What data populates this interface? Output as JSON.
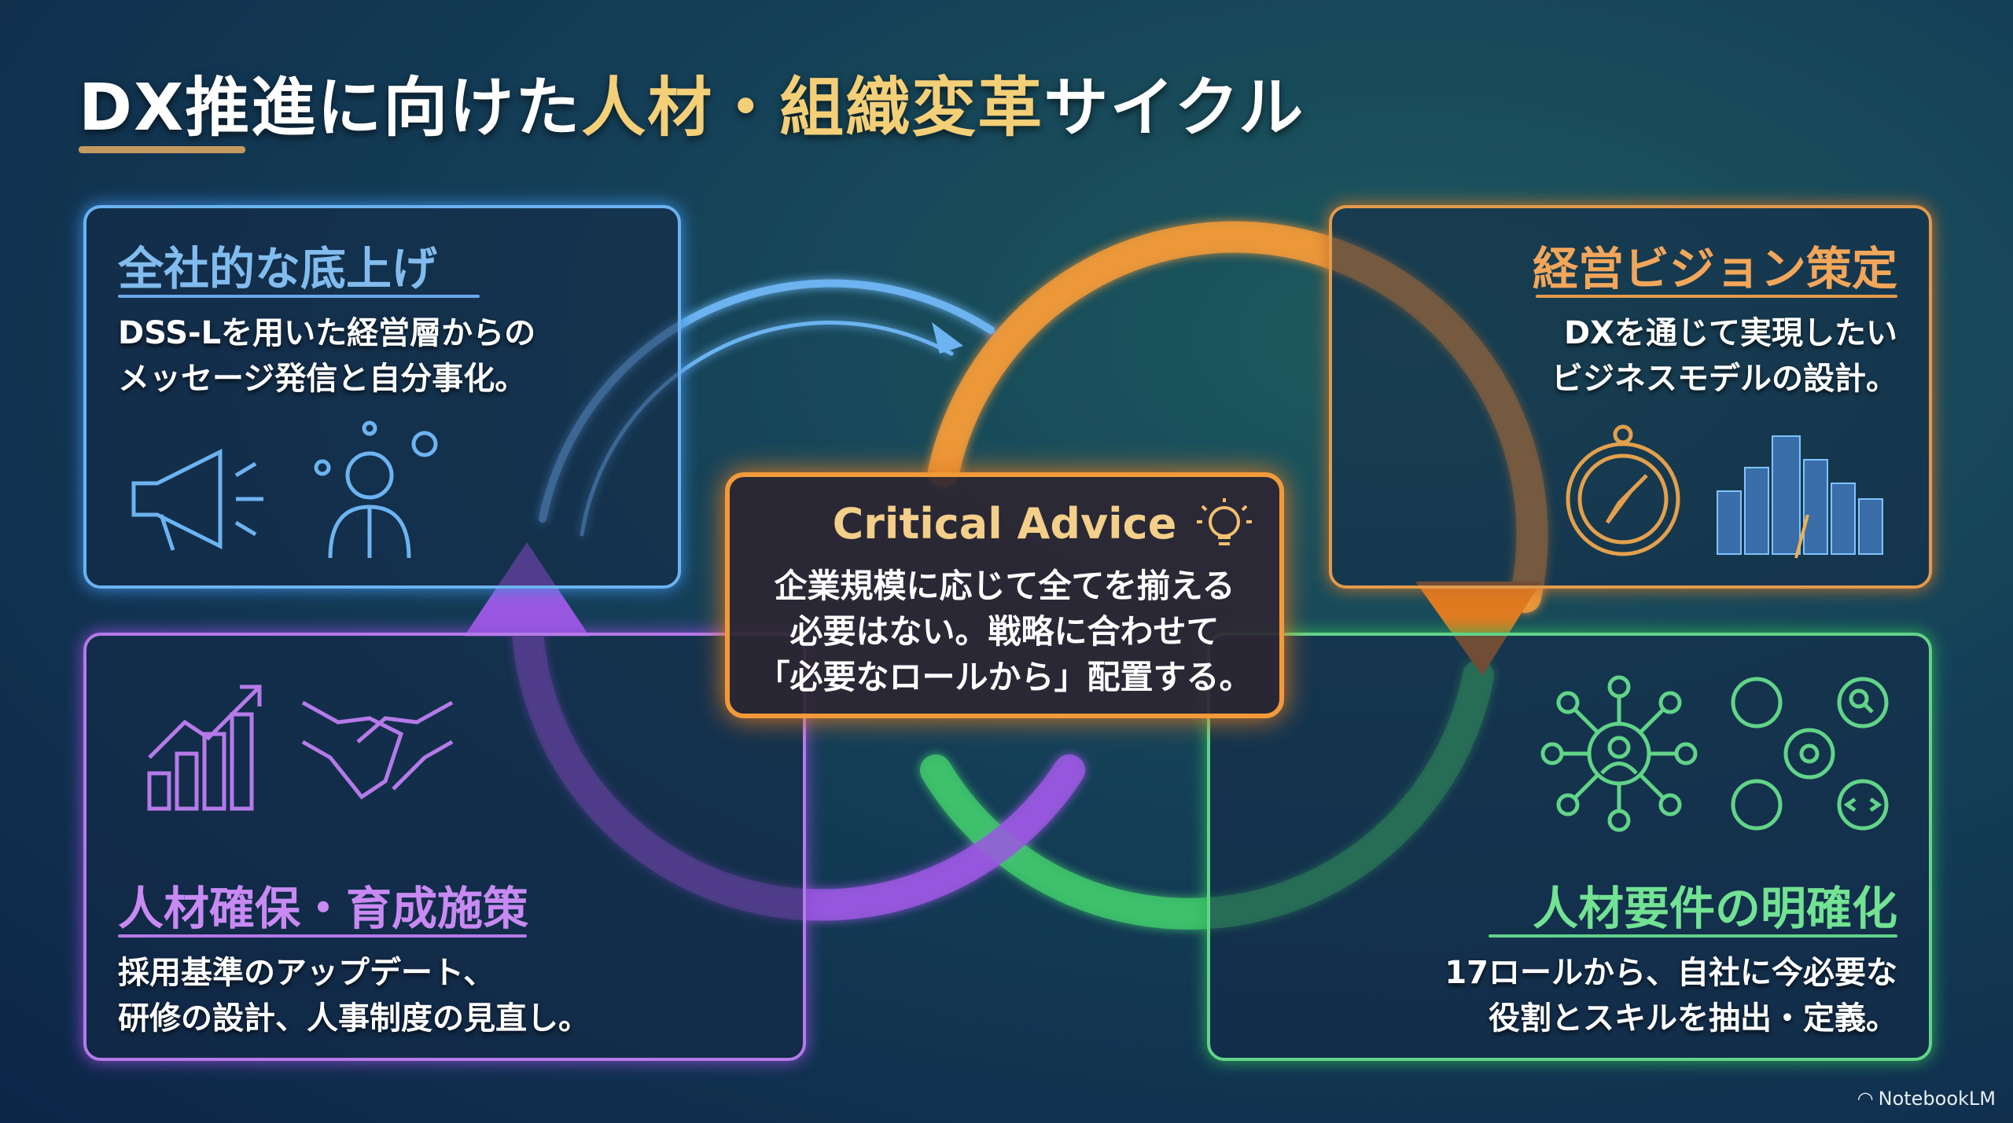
{
  "title": {
    "part1": "DX推進に向けた",
    "part2": "人材・組織変革",
    "part3": "サイクル"
  },
  "boxes": {
    "blue": {
      "heading": "全社的な底上げ",
      "body": "DSS-Lを用いた経営層からの\nメッセージ発信と自分事化。",
      "icons": [
        "megaphone-icon",
        "person-ideas-icon"
      ]
    },
    "orange": {
      "heading": "経営ビジョン策定",
      "body": "DXを通じて実現したい\nビジネスモデルの設計。",
      "icons": [
        "compass-icon",
        "city-skyline-icon"
      ]
    },
    "purple": {
      "heading": "人材確保・育成施策",
      "body": "採用基準のアップデート、\n研修の設計、人事制度の見直し。",
      "icons": [
        "growth-chart-icon",
        "handshake-icon"
      ]
    },
    "green": {
      "heading": "人材要件の明確化",
      "body": "17ロールから、自社に今必要な\n役割とスキルを抽出・定義。",
      "icons": [
        "network-icon",
        "skills-gear-icon"
      ]
    }
  },
  "center": {
    "heading": "Critical Advice",
    "body": "企業規模に応じて全てを揃える\n必要はない。戦略に合わせて\n「必要なロールから」配置する。"
  },
  "brand": "NotebookLM",
  "colors": {
    "blue": "#6cb3f0",
    "orange": "#f29a3a",
    "purple": "#b57ae8",
    "green": "#62d488",
    "gold": "#f3cf78"
  }
}
